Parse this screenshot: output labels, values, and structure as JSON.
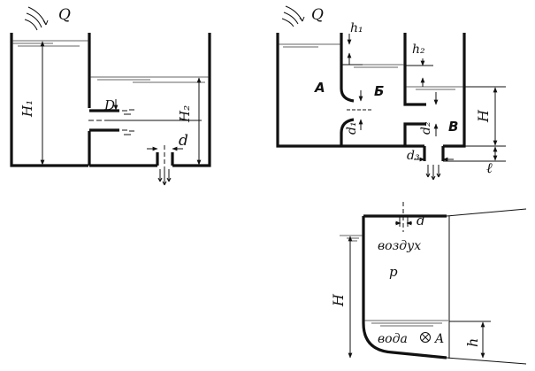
{
  "figure1": {
    "flow_label": "Q",
    "h1_label": "H₁",
    "h2_label": "H₂",
    "orifice_label": "D",
    "outlet_label": "d"
  },
  "figure2": {
    "flow_label": "Q",
    "h1_label": "h₁",
    "h2_label": "h₂",
    "chamber_a": "А",
    "chamber_b": "Б",
    "chamber_v": "В",
    "d1_label": "d₁",
    "d2_label": "d₂",
    "d3_label": "d₃",
    "h_label": "H",
    "l_label": "ℓ"
  },
  "figure3": {
    "d_label": "d",
    "air_label": "воздух",
    "p_label": "p",
    "h_big_label": "H",
    "water_label": "вода",
    "point_label": "A",
    "h_small_label": "h"
  }
}
